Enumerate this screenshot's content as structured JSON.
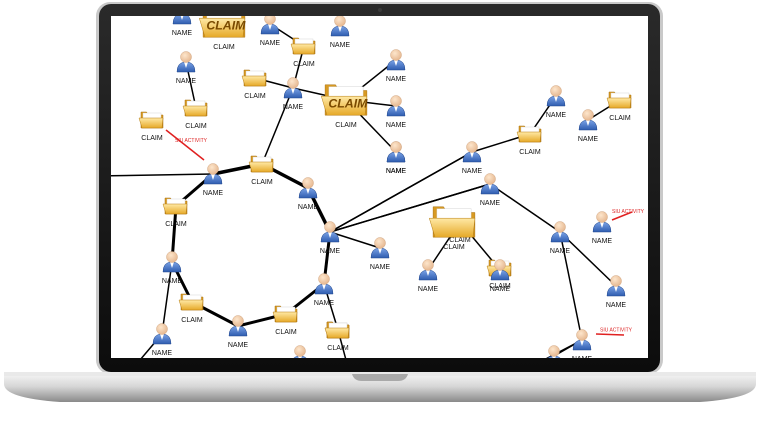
{
  "claim_label": "CLAIM",
  "name_label": "NAME",
  "siu_label": "SIU ACTIVITY",
  "colors": {
    "edge": "#000000",
    "siu": "#e02020",
    "folder": "#f2c24c",
    "person_shirt": "#4a79c9",
    "person_skin": "#f3cfae"
  },
  "nodes": [
    {
      "id": "n1",
      "kind": "person",
      "label": "NAME"
    },
    {
      "id": "c1",
      "kind": "claim",
      "label": "CLAIM",
      "big": true,
      "text": "CLAIM"
    },
    {
      "id": "n2",
      "kind": "person",
      "label": "NAME"
    },
    {
      "id": "n3",
      "kind": "person",
      "label": "NAME"
    },
    {
      "id": "c2",
      "kind": "claim",
      "label": "CLAIM"
    },
    {
      "id": "n4",
      "kind": "person",
      "label": "NAME"
    },
    {
      "id": "n5",
      "kind": "person",
      "label": "NAME"
    },
    {
      "id": "c3",
      "kind": "claim",
      "label": "CLAIM"
    },
    {
      "id": "n6",
      "kind": "person",
      "label": "NAME"
    },
    {
      "id": "c4",
      "kind": "claim",
      "label": "CLAIM",
      "big": true,
      "text": "CLAIM"
    },
    {
      "id": "n7",
      "kind": "person",
      "label": "NAME"
    },
    {
      "id": "n8",
      "kind": "person",
      "label": "NAME"
    },
    {
      "id": "n9",
      "kind": "person",
      "label": "NAME"
    },
    {
      "id": "c5",
      "kind": "claim",
      "label": "CLAIM"
    },
    {
      "id": "c6",
      "kind": "claim",
      "label": "CLAIM"
    },
    {
      "id": "n10",
      "kind": "person",
      "label": "NAME"
    },
    {
      "id": "c7",
      "kind": "claim",
      "label": "CLAIM"
    },
    {
      "id": "n11",
      "kind": "person",
      "label": "NAME"
    },
    {
      "id": "n12",
      "kind": "person",
      "label": "NAME"
    },
    {
      "id": "c8",
      "kind": "claim",
      "label": "CLAIM"
    },
    {
      "id": "n13",
      "kind": "person",
      "label": "NAME"
    },
    {
      "id": "n14",
      "kind": "person",
      "label": "NAME"
    },
    {
      "id": "c9",
      "kind": "claim",
      "label": "CLAIM"
    },
    {
      "id": "c10",
      "kind": "claim",
      "label": "CLAIM"
    },
    {
      "id": "n15",
      "kind": "person",
      "label": "NAME"
    },
    {
      "id": "n16",
      "kind": "person",
      "label": "NAME"
    },
    {
      "id": "c11",
      "kind": "claim",
      "label": "CLAIM"
    },
    {
      "id": "c12",
      "kind": "claim",
      "label": "CLAIM"
    },
    {
      "id": "n17",
      "kind": "person",
      "label": "NAME"
    },
    {
      "id": "n18",
      "kind": "person",
      "label": "NAME"
    },
    {
      "id": "n19",
      "kind": "person",
      "label": "NAME"
    },
    {
      "id": "n20",
      "kind": "person",
      "label": "NAME"
    },
    {
      "id": "c13",
      "kind": "claim",
      "label": "CLAIM"
    },
    {
      "id": "c14",
      "kind": "claim",
      "label": "CLAIM"
    },
    {
      "id": "n21",
      "kind": "person",
      "label": "NAME"
    },
    {
      "id": "n22",
      "kind": "person",
      "label": "NAME"
    },
    {
      "id": "c15",
      "kind": "claim",
      "label": "CLAIM",
      "big": true
    },
    {
      "id": "n23",
      "kind": "person",
      "label": "NAME"
    },
    {
      "id": "n24",
      "kind": "person",
      "label": "NAME"
    },
    {
      "id": "c16",
      "kind": "claim",
      "label": "CLAIM"
    },
    {
      "id": "n25",
      "kind": "person",
      "label": "NAME"
    },
    {
      "id": "n26",
      "kind": "person",
      "label": "NAME"
    },
    {
      "id": "n27",
      "kind": "person",
      "label": "NAME"
    },
    {
      "id": "n28",
      "kind": "person",
      "label": ""
    },
    {
      "id": "c17",
      "kind": "claim",
      "label": ""
    },
    {
      "id": "n29",
      "kind": "person",
      "label": ""
    }
  ],
  "edges": [
    [
      "c2",
      "n4"
    ],
    [
      "n4",
      "c1"
    ],
    [
      "c1",
      "n7"
    ],
    [
      "c1",
      "n8"
    ],
    [
      "c1",
      "n9"
    ],
    [
      "n4",
      "c6"
    ],
    [
      "c2",
      "n3"
    ],
    [
      "n4",
      "c7"
    ],
    [
      "n5",
      "c5"
    ],
    [
      "c7",
      "n11"
    ],
    [
      "c7",
      "n12"
    ],
    [
      "n12",
      "c8"
    ],
    [
      "c8",
      "n13"
    ],
    [
      "n13",
      "c9"
    ],
    [
      "c9",
      "n14"
    ],
    [
      "n14",
      "c10"
    ],
    [
      "c10",
      "n16"
    ],
    [
      "n16",
      "c11"
    ],
    [
      "c11",
      "n15"
    ],
    [
      "c11",
      "n17"
    ],
    [
      "n12",
      "c12"
    ],
    [
      "c12",
      "n18"
    ],
    [
      "c12",
      "n19"
    ],
    [
      "c12",
      "n20"
    ],
    [
      "c12",
      "n21"
    ],
    [
      "n20",
      "c13"
    ],
    [
      "c13",
      "n23"
    ],
    [
      "c13",
      "n22"
    ],
    [
      "n22",
      "c14"
    ],
    [
      "n22",
      "n24"
    ],
    [
      "c12",
      "n24"
    ],
    [
      "n24",
      "c16"
    ],
    [
      "c16",
      "n26"
    ],
    [
      "c16",
      "n25"
    ],
    [
      "c16",
      "n27"
    ],
    [
      "n27",
      "n29"
    ],
    [
      "c15",
      "n25b"
    ],
    [
      "n13",
      "c17"
    ],
    [
      "c17",
      "n28"
    ]
  ],
  "siu_links": [
    {
      "from": "c6",
      "label": "SIU ACTIVITY"
    },
    {
      "from": "n26",
      "label": "SIU ACTIVITY"
    },
    {
      "from": "n27",
      "label": "SIU ACTIVITY"
    }
  ]
}
